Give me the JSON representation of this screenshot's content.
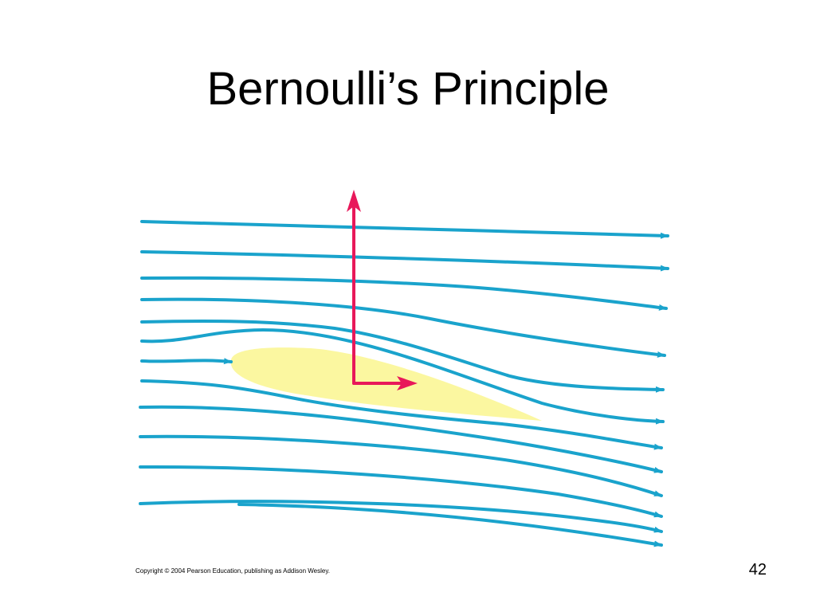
{
  "slide": {
    "title": "Bernoulli’s Principle",
    "copyright": "Copyright © 2004 Pearson Education, publishing as Addison Wesley.",
    "page_number": "42"
  },
  "colors": {
    "streamline": "#1aa3cc",
    "arrow": "#e8185a",
    "airfoil": "#fbf7a0",
    "background": "#ffffff"
  },
  "icons": {
    "lift_arrow": "up-arrow-icon",
    "drag_arrow": "right-arrow-icon"
  }
}
